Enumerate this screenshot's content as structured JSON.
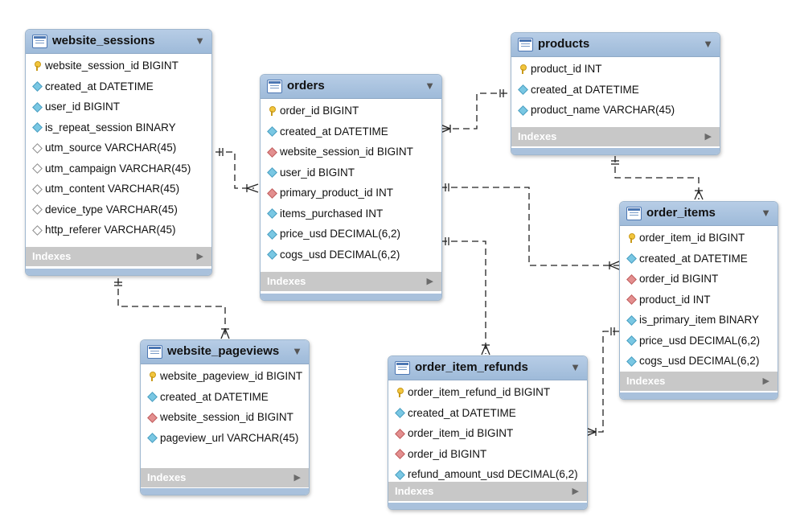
{
  "tables": {
    "website_sessions": {
      "name": "website_sessions",
      "columns": [
        {
          "text": "website_session_id BIGINT",
          "icon": "key"
        },
        {
          "text": "created_at DATETIME",
          "icon": "col-d"
        },
        {
          "text": "user_id BIGINT",
          "icon": "col-d"
        },
        {
          "text": "is_repeat_session BINARY",
          "icon": "col-d"
        },
        {
          "text": "utm_source VARCHAR(45)",
          "icon": "null"
        },
        {
          "text": "utm_campaign VARCHAR(45)",
          "icon": "null"
        },
        {
          "text": "utm_content VARCHAR(45)",
          "icon": "null"
        },
        {
          "text": "device_type VARCHAR(45)",
          "icon": "null"
        },
        {
          "text": "http_referer VARCHAR(45)",
          "icon": "null"
        }
      ],
      "indexes_label": "Indexes"
    },
    "orders": {
      "name": "orders",
      "columns": [
        {
          "text": "order_id BIGINT",
          "icon": "key"
        },
        {
          "text": "created_at DATETIME",
          "icon": "col-d"
        },
        {
          "text": "website_session_id BIGINT",
          "icon": "fk"
        },
        {
          "text": "user_id BIGINT",
          "icon": "col-d"
        },
        {
          "text": "primary_product_id INT",
          "icon": "fk"
        },
        {
          "text": "items_purchased INT",
          "icon": "col-d"
        },
        {
          "text": "price_usd DECIMAL(6,2)",
          "icon": "col-d"
        },
        {
          "text": "cogs_usd DECIMAL(6,2)",
          "icon": "col-d"
        }
      ],
      "indexes_label": "Indexes"
    },
    "products": {
      "name": "products",
      "columns": [
        {
          "text": "product_id INT",
          "icon": "key"
        },
        {
          "text": "created_at DATETIME",
          "icon": "col-d"
        },
        {
          "text": "product_name VARCHAR(45)",
          "icon": "col-d"
        }
      ],
      "indexes_label": "Indexes"
    },
    "order_items": {
      "name": "order_items",
      "columns": [
        {
          "text": "order_item_id BIGINT",
          "icon": "key"
        },
        {
          "text": "created_at DATETIME",
          "icon": "col-d"
        },
        {
          "text": "order_id BIGINT",
          "icon": "fk"
        },
        {
          "text": "product_id INT",
          "icon": "fk"
        },
        {
          "text": "is_primary_item BINARY",
          "icon": "col-d"
        },
        {
          "text": "price_usd DECIMAL(6,2)",
          "icon": "col-d"
        },
        {
          "text": "cogs_usd DECIMAL(6,2)",
          "icon": "col-d"
        }
      ],
      "indexes_label": "Indexes"
    },
    "website_pageviews": {
      "name": "website_pageviews",
      "columns": [
        {
          "text": "website_pageview_id BIGINT",
          "icon": "key"
        },
        {
          "text": "created_at DATETIME",
          "icon": "col-d"
        },
        {
          "text": "website_session_id BIGINT",
          "icon": "fk"
        },
        {
          "text": "pageview_url VARCHAR(45)",
          "icon": "col-d"
        }
      ],
      "indexes_label": "Indexes"
    },
    "order_item_refunds": {
      "name": "order_item_refunds",
      "columns": [
        {
          "text": "order_item_refund_id BIGINT",
          "icon": "key"
        },
        {
          "text": "created_at DATETIME",
          "icon": "col-d"
        },
        {
          "text": "order_item_id BIGINT",
          "icon": "fk"
        },
        {
          "text": "order_id BIGINT",
          "icon": "fk"
        },
        {
          "text": "refund_amount_usd DECIMAL(6,2)",
          "icon": "col-d"
        }
      ],
      "indexes_label": "Indexes"
    }
  },
  "relationships": [
    {
      "from": "website_sessions",
      "to": "orders"
    },
    {
      "from": "website_sessions",
      "to": "website_pageviews"
    },
    {
      "from": "products",
      "to": "orders"
    },
    {
      "from": "products",
      "to": "order_items"
    },
    {
      "from": "orders",
      "to": "order_items"
    },
    {
      "from": "orders",
      "to": "order_item_refunds"
    },
    {
      "from": "order_items",
      "to": "order_item_refunds"
    }
  ]
}
